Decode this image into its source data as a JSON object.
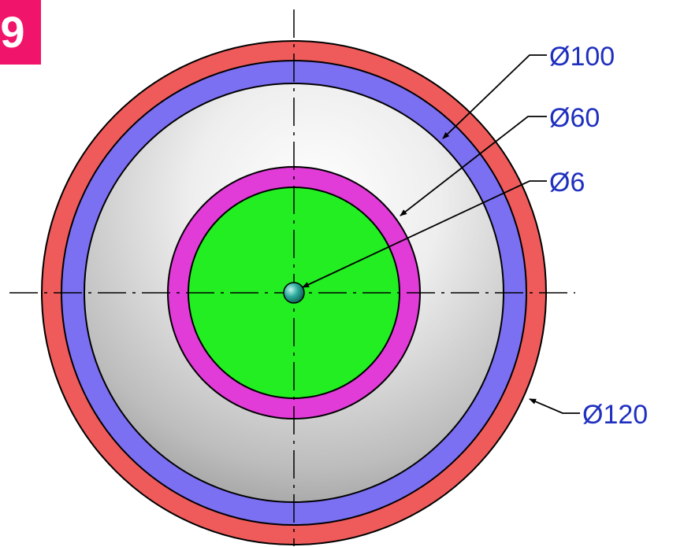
{
  "figure": {
    "number": "9"
  },
  "dimensions": [
    {
      "label": "Ø100",
      "diameter": 100
    },
    {
      "label": "Ø60",
      "diameter": 60
    },
    {
      "label": "Ø6",
      "diameter": 6
    },
    {
      "label": "Ø120",
      "diameter": 120
    }
  ],
  "colors": {
    "outer_ring": "#ef5b5b",
    "second_ring": "#7b6ff2",
    "shell": "#dcdcdc",
    "magenta_ring": "#e13bd8",
    "inner_disc": "#22ee22",
    "center_dot": "#2aa89a",
    "dimension_text": "#1f2fbf",
    "badge": "#f0146a"
  }
}
